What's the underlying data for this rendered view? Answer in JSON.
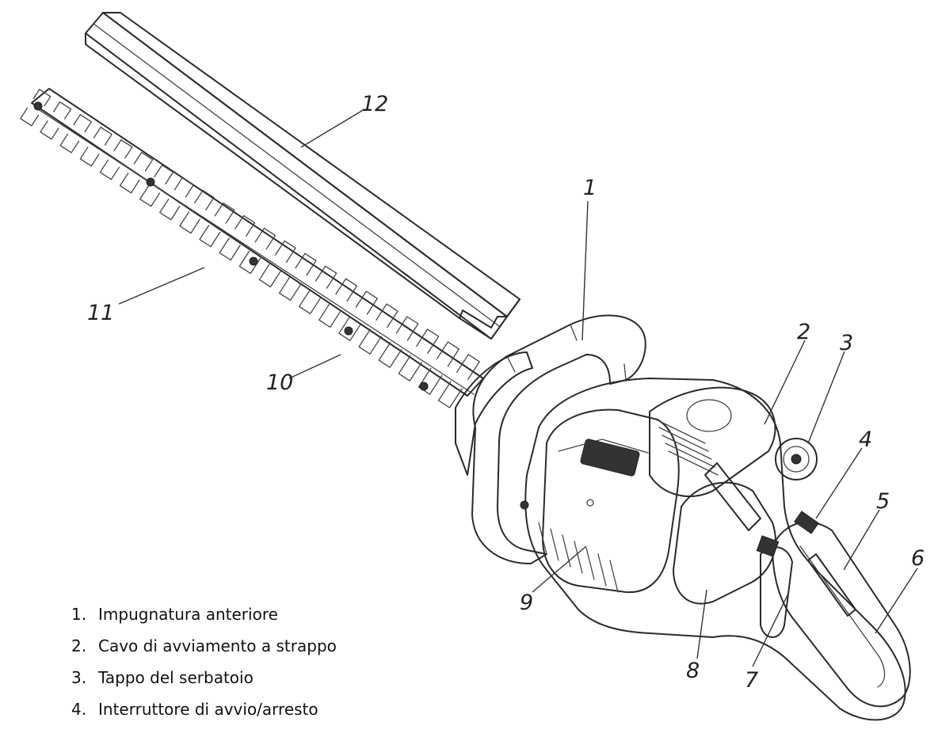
{
  "callouts": {
    "c1": "1",
    "c2": "2",
    "c3": "3",
    "c4": "4",
    "c5": "5",
    "c6": "6",
    "c7": "7",
    "c8": "8",
    "c9": "9",
    "c10": "10",
    "c11": "11",
    "c12": "12"
  },
  "legend": [
    {
      "num": "1.",
      "label": "Impugnatura anteriore"
    },
    {
      "num": "2.",
      "label": "Cavo di avviamento a strappo"
    },
    {
      "num": "3.",
      "label": "Tappo del serbatoio"
    },
    {
      "num": "4.",
      "label": "Interruttore di avvio/arresto"
    }
  ]
}
